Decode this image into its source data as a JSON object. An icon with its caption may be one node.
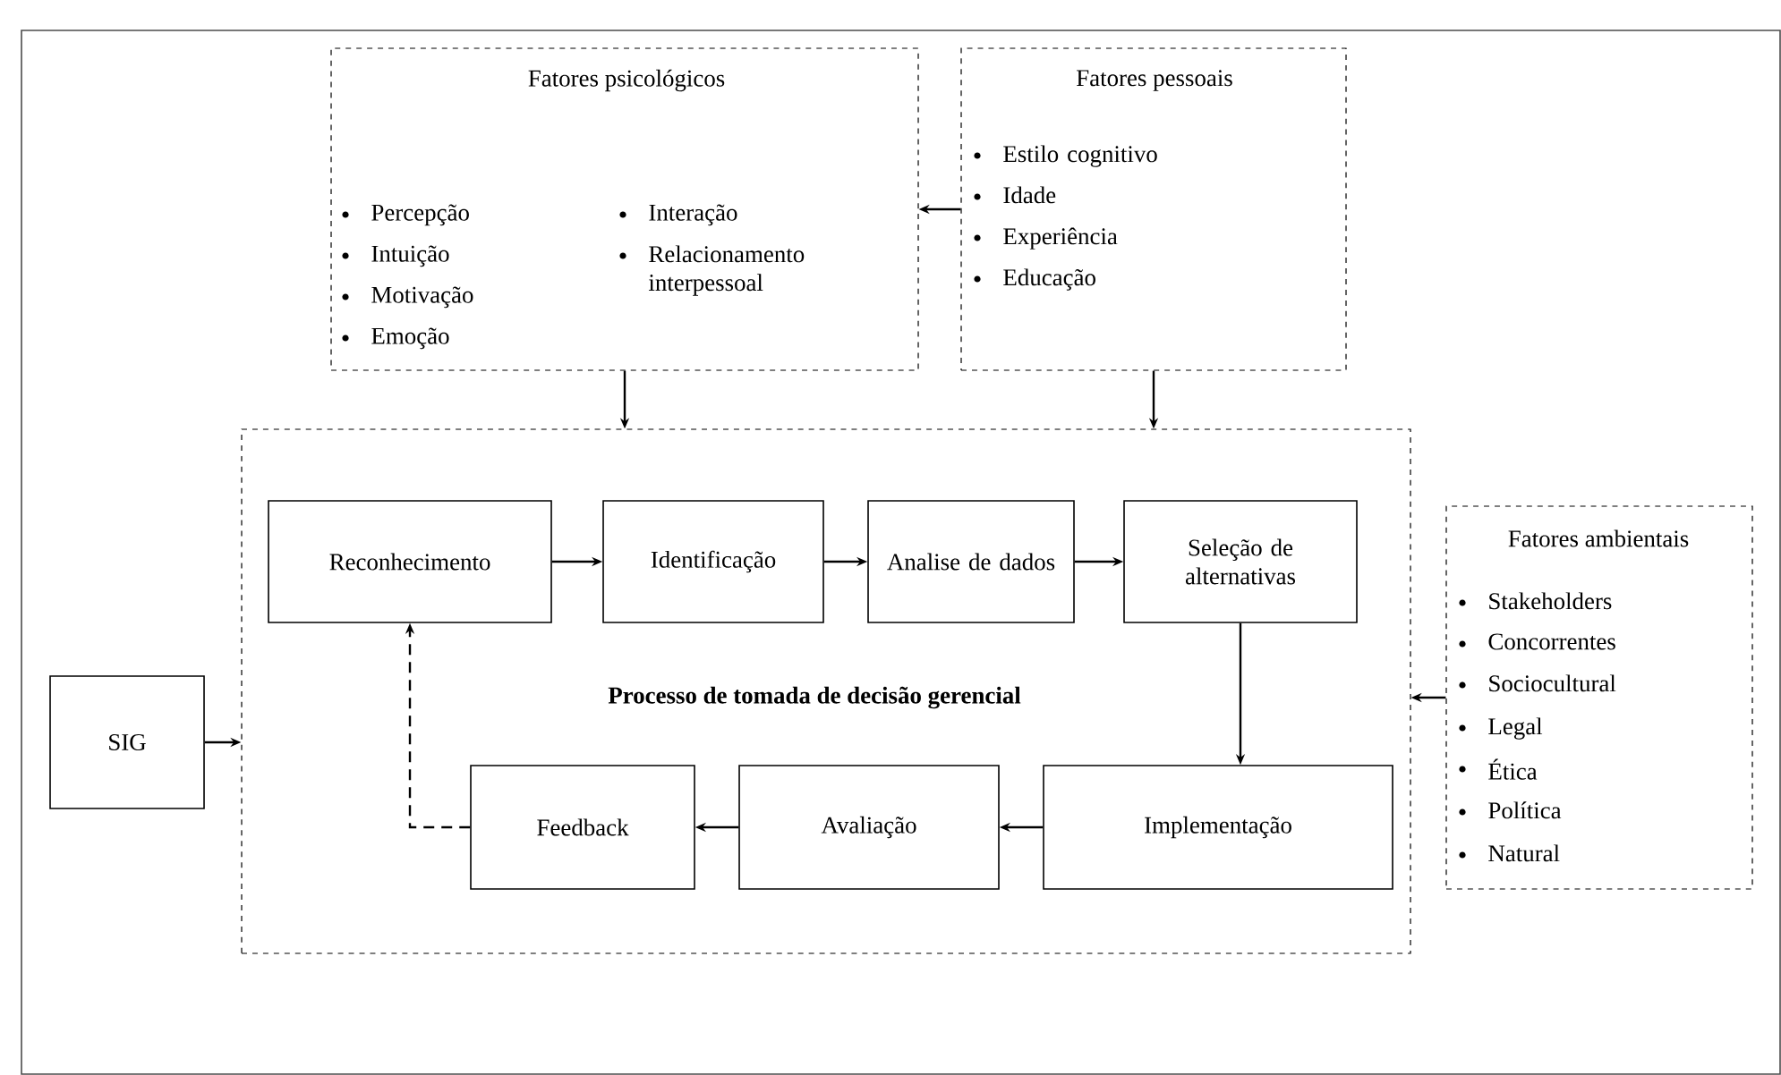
{
  "diagram": {
    "nodes": [
      {
        "text": [
          "Fatores psicológicos",
          "Percepção",
          "Intuição",
          "Motivação",
          "Emoção",
          "Interação",
          "Relacionamento interpessoal"
        ]
      },
      {
        "text": [
          "Fatores pessoais",
          "Estilo cognitivo",
          "Idade",
          "Experiência",
          "Educação"
        ]
      },
      {
        "text": [
          "Processo de tomada de decisão gerencial"
        ]
      },
      {
        "text": [
          "Reconhecimento"
        ],
        "in": 2
      },
      {
        "text": [
          "Identificação"
        ],
        "in": 2
      },
      {
        "text": [
          "Analise de dados"
        ],
        "in": 2
      },
      {
        "text": [
          "Seleção de alternativas"
        ],
        "in": 2
      },
      {
        "text": [
          "Implementação"
        ],
        "in": 2
      },
      {
        "text": [
          "Avaliação"
        ],
        "in": 2
      },
      {
        "text": [
          "Feedback"
        ],
        "in": 2
      },
      {
        "text": [
          "SIG"
        ]
      },
      {
        "text": [
          "Fatores ambientais",
          "Stakeholders",
          "Concorrentes",
          "Sociocultural",
          "Legal",
          "Ética",
          "Política",
          "Natural"
        ]
      }
    ],
    "edges": [
      {
        "from": 1,
        "to": 0,
        "arrow": "to"
      },
      {
        "from": 0,
        "to": 2,
        "arrow": "to"
      },
      {
        "from": 1,
        "to": 2,
        "arrow": "to"
      },
      {
        "from": 3,
        "to": 4,
        "arrow": "to"
      },
      {
        "from": 4,
        "to": 5,
        "arrow": "to"
      },
      {
        "from": 5,
        "to": 6,
        "arrow": "to"
      },
      {
        "from": 6,
        "to": 7,
        "arrow": "to"
      },
      {
        "from": 7,
        "to": 8,
        "arrow": "to"
      },
      {
        "from": 8,
        "to": 9,
        "arrow": "to"
      },
      {
        "from": 9,
        "to": 3,
        "arrow": "to",
        "style": "dashed"
      },
      {
        "from": 10,
        "to": 2,
        "arrow": "to"
      },
      {
        "from": 11,
        "to": 2,
        "arrow": "to"
      }
    ]
  }
}
